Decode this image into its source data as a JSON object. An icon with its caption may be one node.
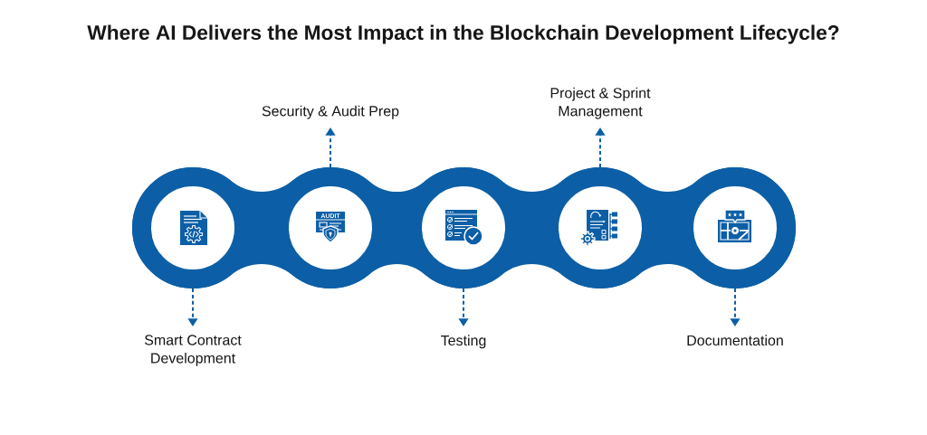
{
  "diagram": {
    "title": "Where AI Delivers the Most Impact in the Blockchain Development Lifecycle?",
    "nodes": [
      {
        "text": [],
        "shape": "circle"
      },
      {
        "text": [],
        "shape": "circle"
      },
      {
        "text": [],
        "shape": "circle"
      },
      {
        "text": [],
        "shape": "circle"
      },
      {
        "text": [],
        "shape": "circle"
      },
      {
        "text": [
          "Smart Contract Development"
        ]
      },
      {
        "text": [
          "Security & Audit Prep"
        ]
      },
      {
        "text": [
          "Testing"
        ]
      },
      {
        "text": [
          "Project & Sprint Management"
        ]
      },
      {
        "text": [
          "Documentation"
        ]
      }
    ],
    "edges": [
      {
        "from": 0,
        "to": 5,
        "arrow": "to",
        "style": "dashed"
      },
      {
        "from": 1,
        "to": 6,
        "arrow": "to",
        "style": "dashed"
      },
      {
        "from": 2,
        "to": 7,
        "arrow": "to",
        "style": "dashed"
      },
      {
        "from": 3,
        "to": 8,
        "arrow": "to",
        "style": "dashed"
      },
      {
        "from": 4,
        "to": 9,
        "arrow": "to",
        "style": "dashed"
      }
    ],
    "labels": [
      "AUDIT"
    ]
  }
}
